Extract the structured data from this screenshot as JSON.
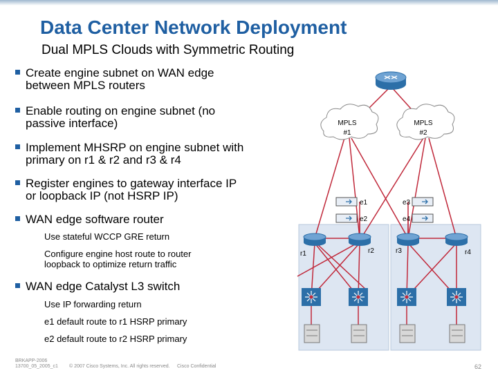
{
  "title": "Data Center Network Deployment",
  "subtitle": "Dual MPLS Clouds with Symmetric Routing",
  "bullets": [
    {
      "line1": "Create engine subnet on WAN edge",
      "line2": "between MPLS routers"
    },
    {
      "line1": "Enable routing on engine subnet (no",
      "line2": "passive interface)"
    },
    {
      "line1": "Implement MHSRP on engine subnet with",
      "line2": "primary on r1 & r2 and r3 & r4"
    },
    {
      "line1": "Register engines to gateway interface IP",
      "line2": "or loopback IP (not HSRP IP)"
    },
    {
      "line1": "WAN edge software router",
      "line2": ""
    },
    {
      "line1": "WAN edge Catalyst L3 switch",
      "line2": ""
    }
  ],
  "subbullets": {
    "sw_router_1": "Use stateful WCCP GRE return",
    "sw_router_2a": "Configure engine host route to router",
    "sw_router_2b": "loopback to optimize return traffic",
    "l3_switch_1": "Use IP forwarding return",
    "l3_switch_2": "e1 default route to r1 HSRP primary",
    "l3_switch_3": "e2 default route to r2 HSRP primary"
  },
  "diagram": {
    "mpls1": [
      "MPLS",
      "#1"
    ],
    "mpls2": [
      "MPLS",
      "#2"
    ],
    "engines": {
      "e1": "e1",
      "e2": "e2",
      "e3": "e3",
      "e4": "e4"
    },
    "routers": {
      "r1": "r1",
      "r2": "r2",
      "r3": "r3",
      "r4": "r4"
    }
  },
  "footer": {
    "code1": "BRKAPP-2006",
    "code2": "13700_05_2005_c1",
    "copyright": "© 2007 Cisco Systems, Inc. All rights reserved.",
    "confidential": "Cisco Confidential",
    "page": "62"
  },
  "colors": {
    "title": "#1f5fa2",
    "bullet": "#1f5fa2",
    "links": "#c0283a",
    "router": "#2c6fa8",
    "cloud_stroke": "#888888"
  }
}
